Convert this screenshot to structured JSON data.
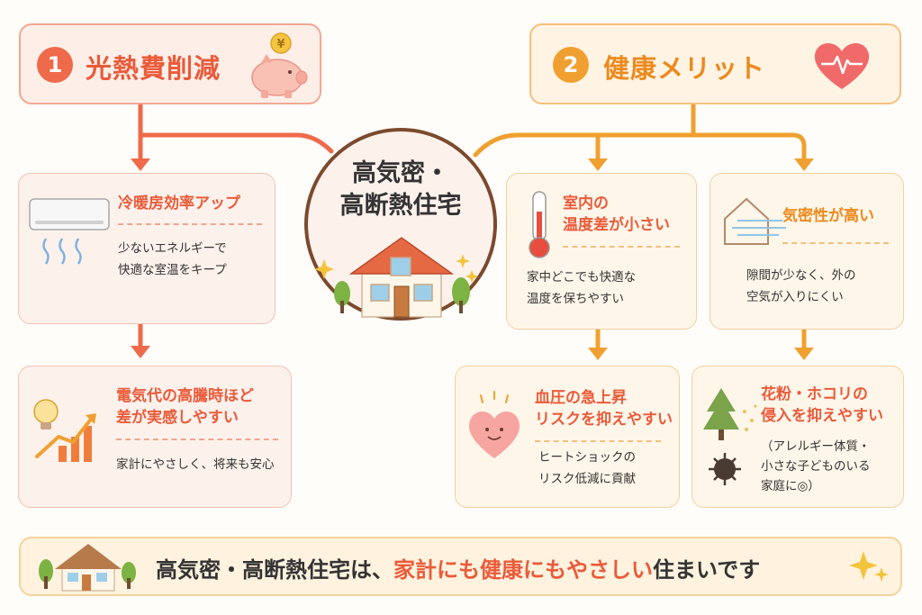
{
  "left_header": {
    "number": "1",
    "title": "光熱費削減"
  },
  "right_header": {
    "number": "2",
    "title": "健康メリット"
  },
  "center": {
    "line1": "高気密・",
    "line2": "高断熱住宅"
  },
  "cards": {
    "ac": {
      "title": "冷暖房効率アップ",
      "text1": "少ないエネルギーで",
      "text2": "快適な室温をキープ"
    },
    "elec": {
      "title1": "電気代の高騰時ほど",
      "title2": "差が実感しやすい",
      "text1": "家計にやさしく、将来も安心"
    },
    "temp": {
      "title1": "室内の",
      "title2": "温度差が小さい",
      "text1": "家中どこでも快適な",
      "text2": "温度を保ちやすい"
    },
    "airtight": {
      "title": "気密性が高い",
      "text1": "隙間が少なく、外の",
      "text2": "空気が入りにくい"
    },
    "bp": {
      "title1": "血圧の急上昇",
      "title2": "リスクを抑えやすい",
      "text1": "ヒートショックの",
      "text2": "リスク低減に貢献"
    },
    "pollen": {
      "title1": "花粉・ホコリの",
      "title2": "侵入を抑えやすい",
      "text1": "（アレルギー体質・",
      "text2": "小さな子どものいる",
      "text3": "家庭に◎）"
    }
  },
  "footer": {
    "part1": "高気密・高断熱住宅は、",
    "highlight": "家計にも健康にもやさしい",
    "part2": "住まいです"
  },
  "colors": {
    "red_accent": "#ea5b3a",
    "orange_accent": "#ec8a1d",
    "red_line": "#ee6a4b",
    "orange_line": "#f0a030"
  },
  "icons": {
    "coin_symbol": "¥"
  }
}
